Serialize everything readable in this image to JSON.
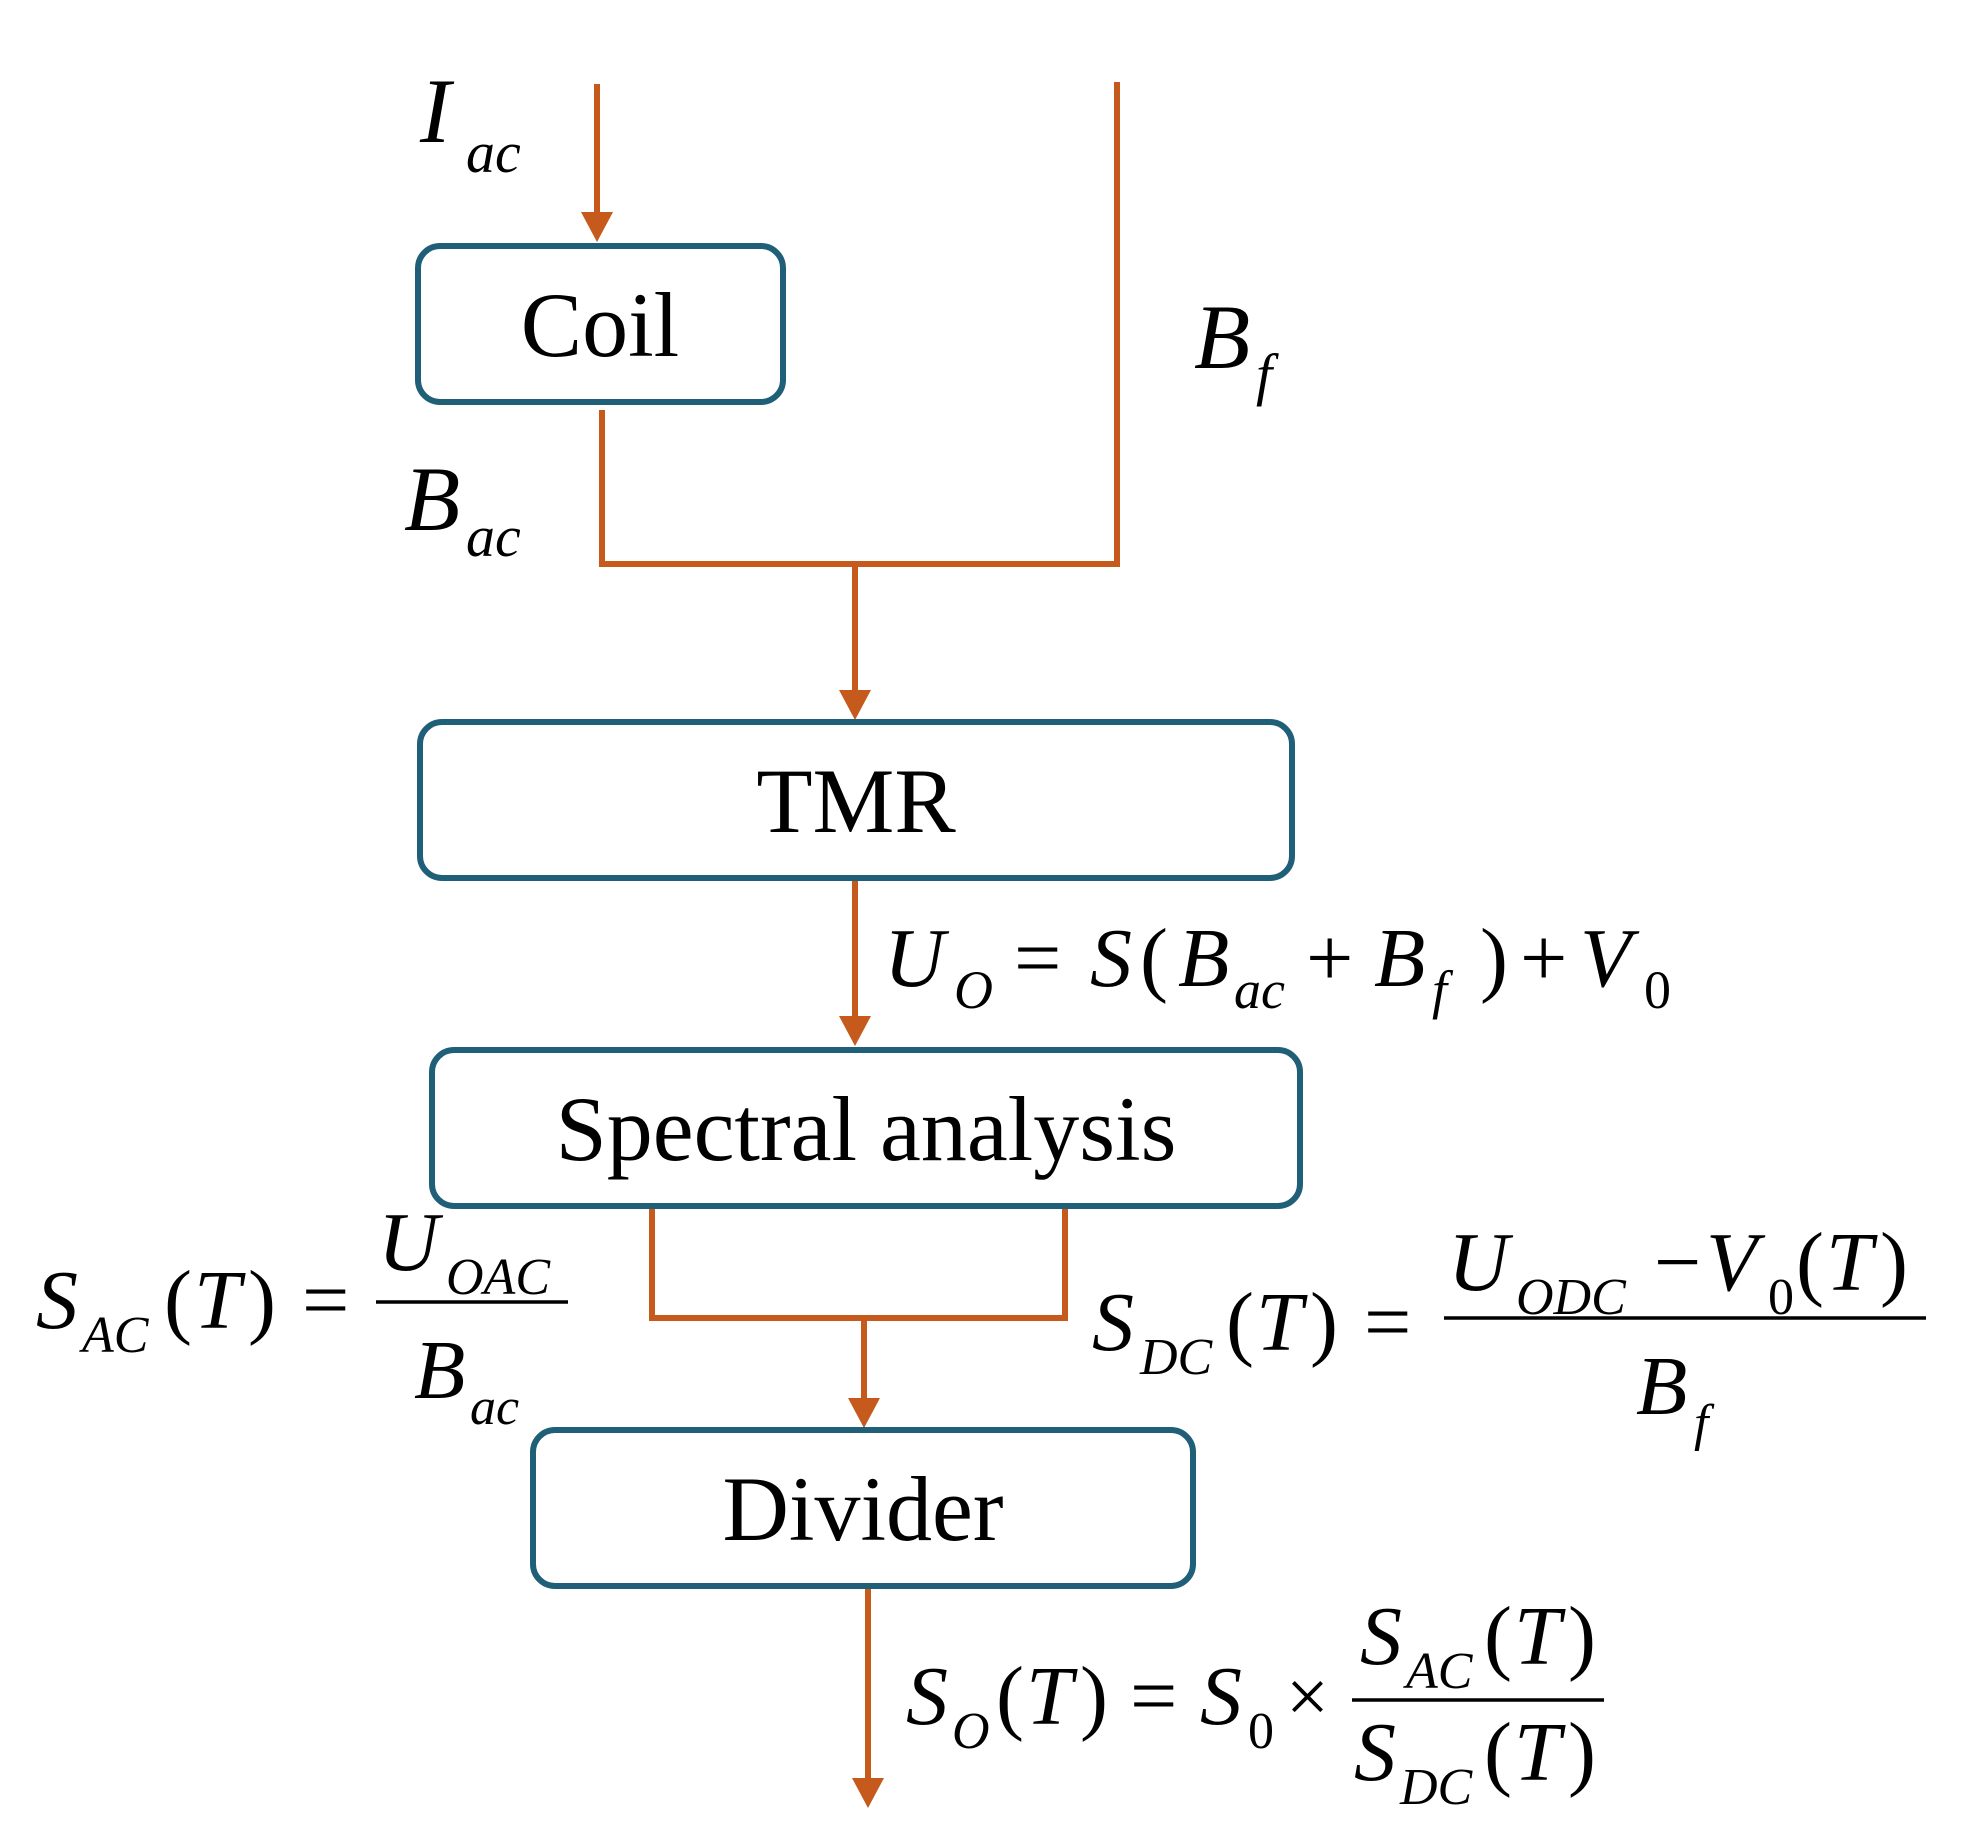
{
  "blocks": {
    "coil": "Coil",
    "tmr": "TMR",
    "spectral": "Spectral analysis",
    "divider": "Divider"
  },
  "signals": {
    "i_ac": {
      "base": "I",
      "sub": "ac"
    },
    "b_f": {
      "base": "B",
      "sub": "f"
    },
    "b_ac": {
      "base": "B",
      "sub": "ac"
    }
  },
  "equations": {
    "tmr_output": "U_O = S(B_ac + B_f) + V_0",
    "s_ac": "S_AC(T) = U_OAC / B_ac",
    "s_dc": "S_DC(T) = (U_ODC − V_0(T)) / B_f",
    "s_o": "S_O(T) = S_0 × S_AC(T) / S_DC(T)"
  },
  "colors": {
    "box_stroke": "#1f5f78",
    "wire": "#c55a1c",
    "text": "#000000"
  }
}
